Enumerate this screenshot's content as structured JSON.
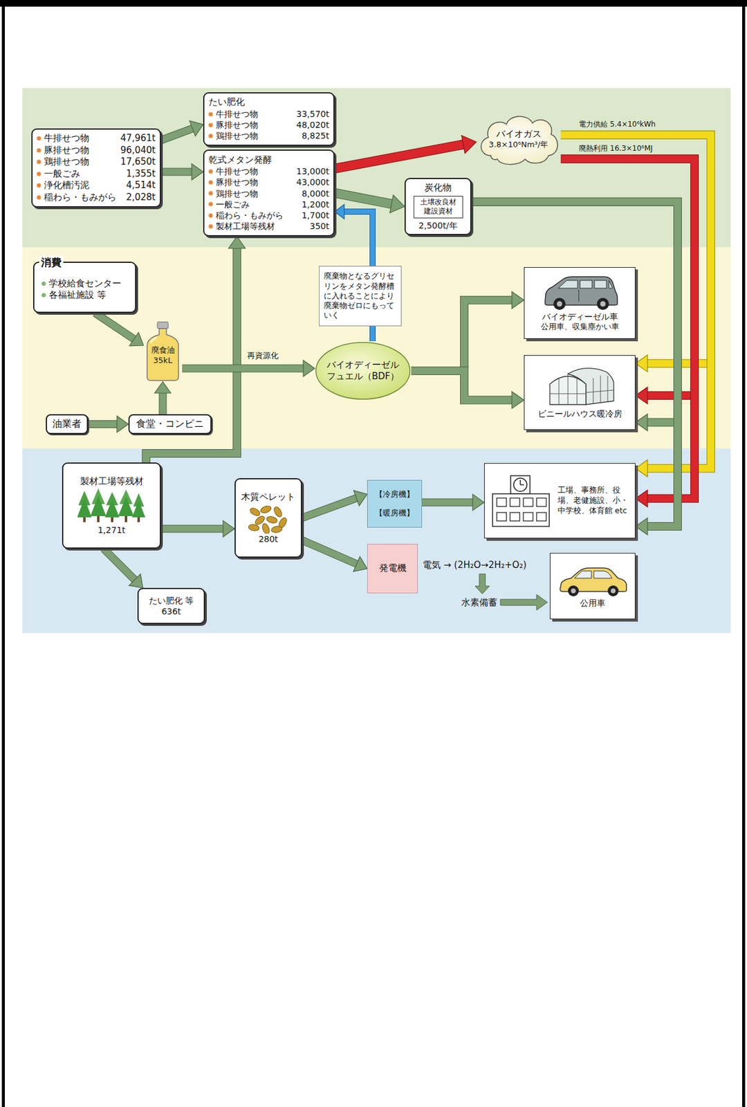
{
  "diagram": {
    "nodes": [
      {
        "text": [
          "牛排せつ物",
          "47,961t",
          "豚排せつ物",
          "96,040t",
          "鶏排せつ物",
          "17,650t",
          "一般ごみ",
          "1,355t",
          "浄化槽汚泥",
          "4,514t",
          "稲わら・もみがら",
          "2,028t"
        ]
      },
      {
        "text": [
          "たい肥化",
          "牛排せつ物",
          "33,570t",
          "豚排せつ物",
          "48,020t",
          "鶏排せつ物",
          "8,825t"
        ]
      },
      {
        "text": [
          "乾式メタン発酵",
          "牛排せつ物",
          "13,000t",
          "豚排せつ物",
          "43,000t",
          "鶏排せつ物",
          "8,000t",
          "一般ごみ",
          "1,200t",
          "稲わら・もみがら",
          "1,700t",
          "製材工場等残材",
          "350t"
        ]
      },
      {
        "text": [
          "バイオガス",
          "3.8×10⁶Nm³/年"
        ]
      },
      {
        "text": [
          "炭化物",
          "2,500t/年"
        ]
      },
      {
        "text": [
          "土壌改良材",
          "建設資材"
        ],
        "in": 4
      },
      {
        "text": [
          "消費",
          "学校給食センター",
          "各福祉施設 等"
        ]
      },
      {
        "text": [
          "廃食油",
          "35kL"
        ]
      },
      {
        "text": [
          "油業者"
        ]
      },
      {
        "text": [
          "食堂・コンビニ"
        ]
      },
      {
        "text": [
          "廃棄物となるグリセリンをメタン発酵槽に入れることにより廃棄物ゼロにもっていく"
        ]
      },
      {
        "text": [
          "バイオディーゼル",
          "フュエル（BDF）"
        ]
      },
      {
        "text": [
          "バイオディーゼル車",
          "公用車、収集塵かい車"
        ]
      },
      {
        "text": [
          "ビニールハウス暖冷房"
        ]
      },
      {
        "text": [
          "製材工場等残材",
          "1,271t"
        ]
      },
      {
        "text": [
          "木質ペレット",
          "280t"
        ]
      },
      {
        "text": [
          "【冷房機】",
          "【暖房機】"
        ]
      },
      {
        "text": [
          "発電機"
        ]
      },
      {
        "text": [
          "工場、事務所、役場、老健施設、小・中学校、体育館 etc"
        ]
      },
      {
        "text": [
          "公用車"
        ]
      },
      {
        "text": [
          "たい肥化 等",
          "636t"
        ]
      }
    ],
    "edges": [
      {
        "from": 0,
        "to": 1,
        "arrow": "to"
      },
      {
        "from": 0,
        "to": 2,
        "arrow": "to"
      },
      {
        "from": 2,
        "to": 3,
        "arrow": "to"
      },
      {
        "from": 2,
        "to": 4,
        "arrow": "to"
      },
      {
        "from": 14,
        "to": 2,
        "arrow": "to"
      },
      {
        "from": 11,
        "to": 2,
        "arrow": "to"
      },
      {
        "from": 6,
        "to": 7,
        "arrow": "to"
      },
      {
        "from": 8,
        "to": 9,
        "arrow": "to"
      },
      {
        "from": 9,
        "to": 7,
        "arrow": "to"
      },
      {
        "from": 7,
        "to": 11,
        "label": "再資源化",
        "arrow": "to"
      },
      {
        "from": 11,
        "to": 12,
        "arrow": "to"
      },
      {
        "from": 11,
        "to": 13,
        "arrow": "to"
      },
      {
        "from": 3,
        "to": 13,
        "arrow": "to"
      },
      {
        "from": 3,
        "to": 18,
        "arrow": "to"
      },
      {
        "from": 3,
        "to": 13,
        "arrow": "to"
      },
      {
        "from": 3,
        "to": 18,
        "arrow": "to"
      },
      {
        "from": 4,
        "to": 13,
        "arrow": "to"
      },
      {
        "from": 4,
        "to": 18,
        "arrow": "to"
      },
      {
        "from": 14,
        "to": 15,
        "arrow": "to"
      },
      {
        "from": 14,
        "to": 20,
        "arrow": "to"
      },
      {
        "from": 15,
        "to": 16,
        "arrow": "to"
      },
      {
        "from": 15,
        "to": 17,
        "arrow": "to"
      },
      {
        "from": 16,
        "to": 18,
        "arrow": "to"
      }
    ],
    "labels": [
      "電力供給 5.4×10⁶kWh",
      "廃熱利用 16.3×10⁶MJ",
      "電気 → (2H₂O→2H₂+O₂)",
      "水素備蓄"
    ]
  }
}
